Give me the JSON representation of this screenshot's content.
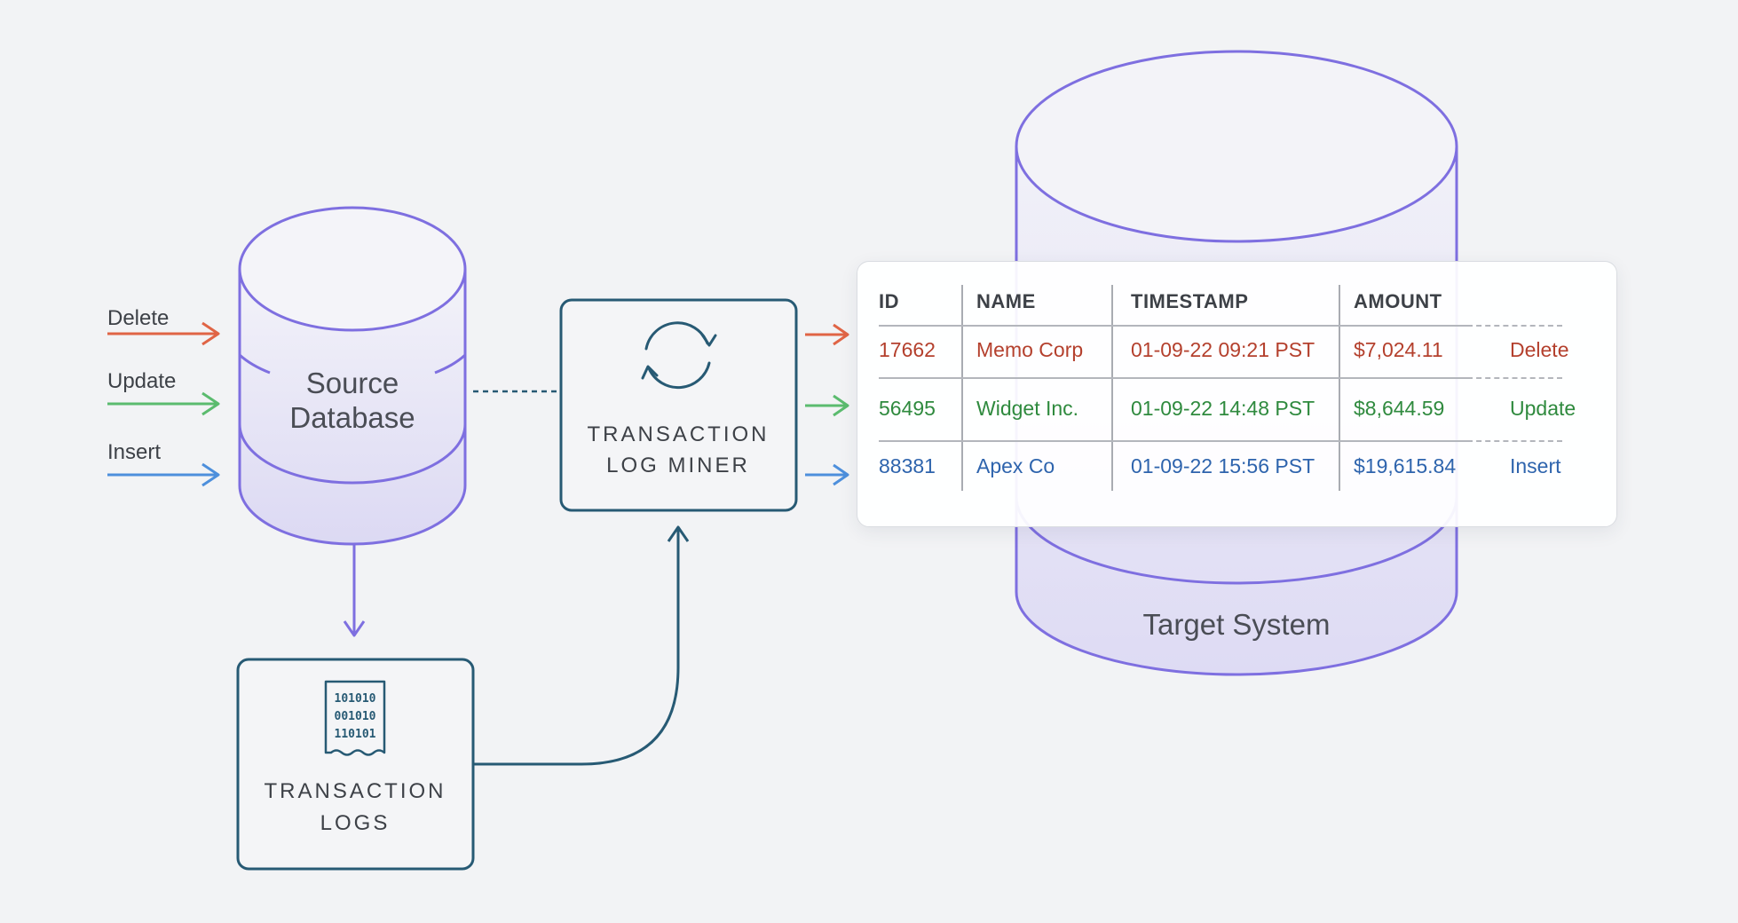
{
  "colors": {
    "delete": "#e06445",
    "update": "#5bbb6e",
    "insert": "#4d8fdc",
    "delete_text": "#b4402d",
    "update_text": "#2f8a3e",
    "insert_text": "#2e64ad",
    "cylinder_stroke": "#7e6fe0",
    "box_stroke": "#275a74"
  },
  "operations": {
    "delete": "Delete",
    "update": "Update",
    "insert": "Insert"
  },
  "source_db": {
    "line1": "Source",
    "line2": "Database"
  },
  "log_miner": {
    "line1": "TRANSACTION",
    "line2": "LOG MINER",
    "icon": "refresh-icon"
  },
  "transaction_logs": {
    "line1": "TRANSACTION",
    "line2": "LOGS",
    "icon": "binary-document-icon",
    "binary_lines": [
      "101010",
      "001010",
      "110101"
    ]
  },
  "target": {
    "label": "Target System"
  },
  "table": {
    "headers": [
      "ID",
      "NAME",
      "TIMESTAMP",
      "AMOUNT"
    ],
    "rows": [
      {
        "id": "17662",
        "name": "Memo Corp",
        "timestamp": "01-09-22 09:21 PST",
        "amount": "$7,024.11",
        "op": "Delete"
      },
      {
        "id": "56495",
        "name": "Widget Inc.",
        "timestamp": "01-09-22 14:48 PST",
        "amount": "$8,644.59",
        "op": "Update"
      },
      {
        "id": "88381",
        "name": "Apex Co",
        "timestamp": "01-09-22 15:56 PST",
        "amount": "$19,615.84",
        "op": "Insert"
      }
    ]
  }
}
